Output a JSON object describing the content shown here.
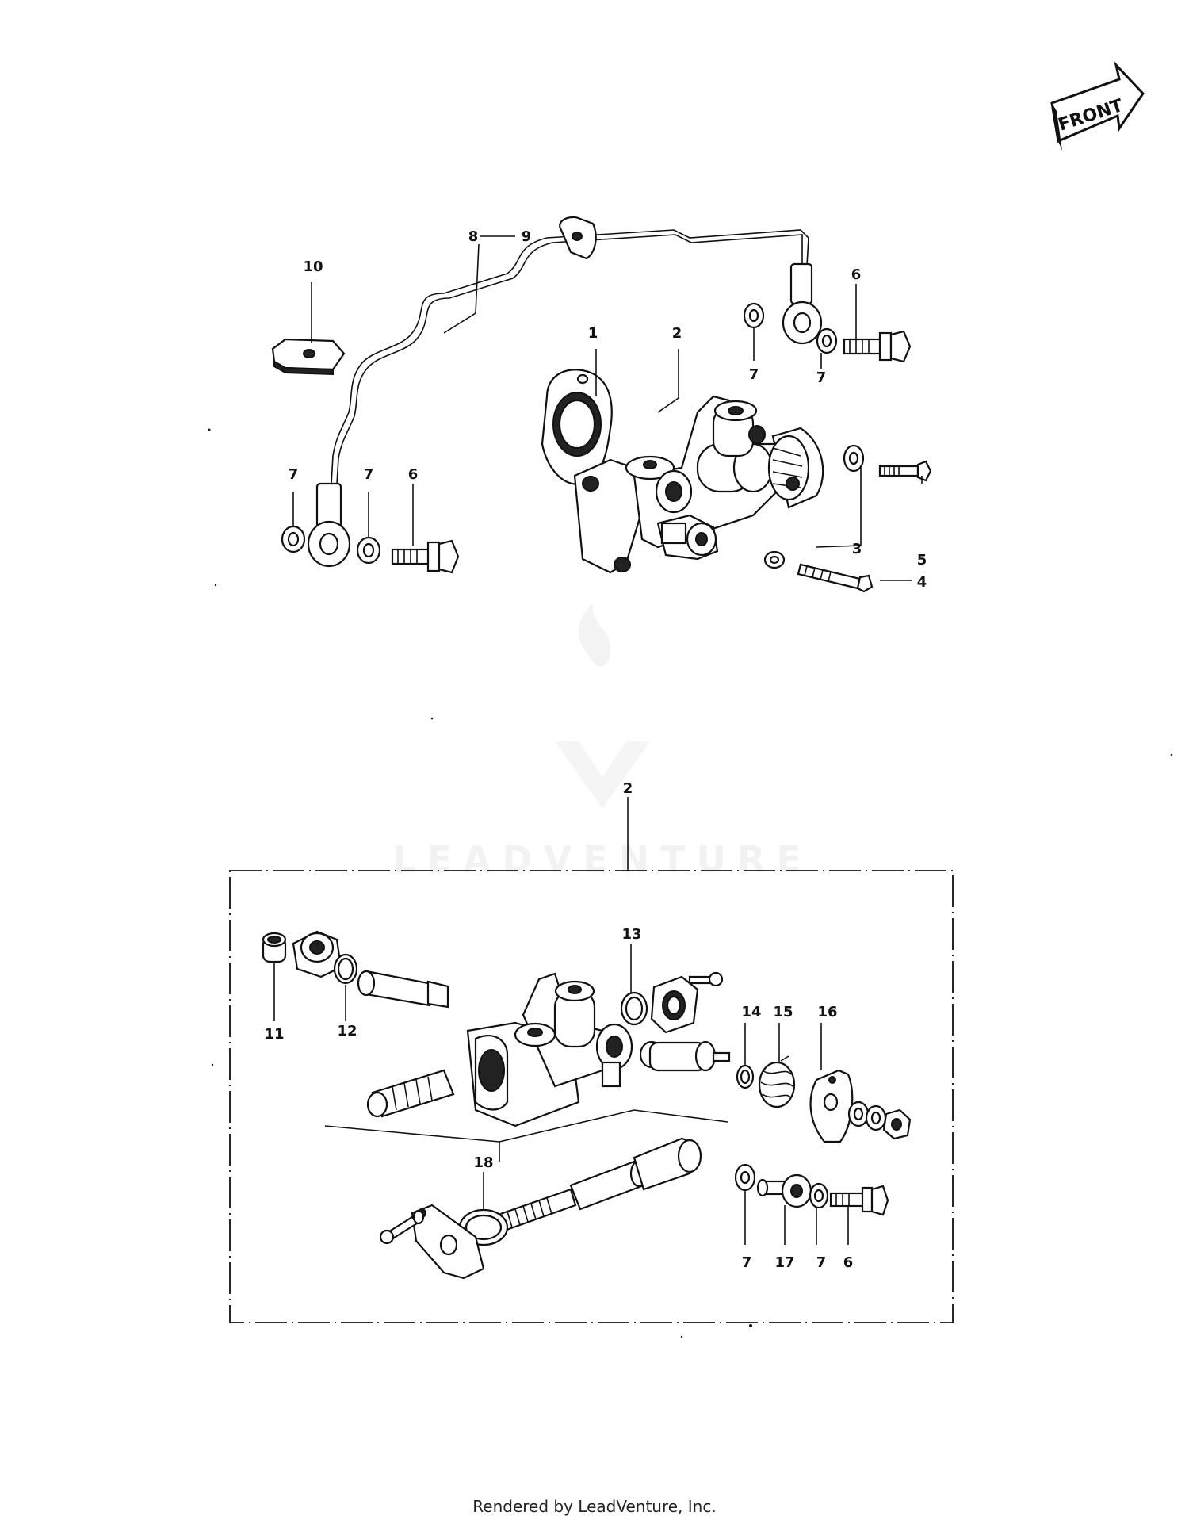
{
  "diagram": {
    "front_label": "FRONT",
    "watermark": "LEADVENTURE",
    "callouts": {
      "c10": "10",
      "c8": "8",
      "c9": "9",
      "c1": "1",
      "c2a": "2",
      "c6a": "6",
      "c7a": "7",
      "c7b": "7",
      "c7c": "7",
      "c7d": "7",
      "c6b": "6",
      "c3": "3",
      "c5": "5",
      "c4": "4",
      "c2b": "2",
      "c13": "13",
      "c11": "11",
      "c12": "12",
      "c14": "14",
      "c15": "15",
      "c16": "16",
      "c18": "18",
      "c7e": "7",
      "c17": "17",
      "c7f": "7",
      "c6c": "6"
    }
  },
  "footer": "Rendered by LeadVenture, Inc."
}
